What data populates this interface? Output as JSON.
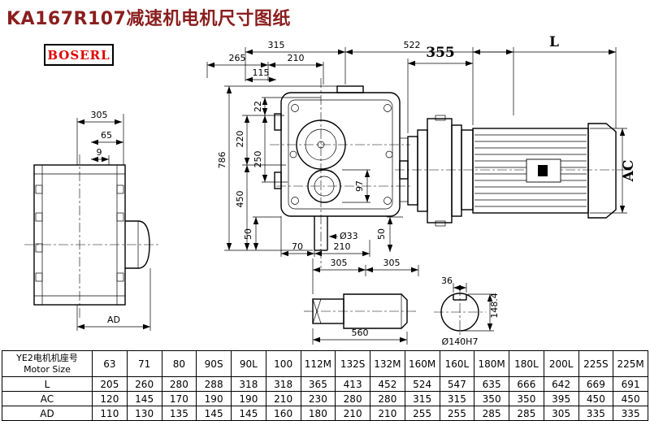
{
  "page": {
    "title": "KA167R107减速机电机尺寸图纸",
    "brand": "BOSERL"
  },
  "dims": {
    "left": {
      "w305": "305",
      "w65": "65",
      "w9": "9",
      "wAD": "AD"
    },
    "front": {
      "top315": "315",
      "top522": "522",
      "top265": "265",
      "top210": "210",
      "top115": "115",
      "v22": "22",
      "v220": "220",
      "v250": "250",
      "v450": "450",
      "v786": "786",
      "v97": "97",
      "b50l": "50",
      "b70": "70",
      "b210": "210",
      "b33": "Ø33",
      "b50r": "50",
      "b305a": "305",
      "b305b": "305"
    },
    "motor": {
      "d355": "355",
      "dL": "L",
      "dAC": "AC"
    },
    "shaft": {
      "len560": "560"
    },
    "end": {
      "k36": "36",
      "h148": "148.4",
      "bore": "Ø140H7"
    }
  },
  "table": {
    "row_label_cn": "YE2电机机座号",
    "row_label_en": "Motor Size",
    "sizes": [
      "63",
      "71",
      "80",
      "90S",
      "90L",
      "100",
      "112M",
      "132S",
      "132M",
      "160M",
      "160L",
      "180M",
      "180L",
      "200L",
      "225S",
      "225M"
    ],
    "rows": [
      {
        "label": "L",
        "values": [
          "205",
          "260",
          "280",
          "288",
          "318",
          "318",
          "365",
          "413",
          "452",
          "524",
          "547",
          "635",
          "666",
          "642",
          "669",
          "691"
        ]
      },
      {
        "label": "AC",
        "values": [
          "120",
          "145",
          "170",
          "190",
          "190",
          "210",
          "230",
          "280",
          "280",
          "315",
          "315",
          "350",
          "350",
          "395",
          "450",
          "450"
        ]
      },
      {
        "label": "AD",
        "values": [
          "110",
          "130",
          "135",
          "145",
          "145",
          "160",
          "180",
          "210",
          "210",
          "255",
          "255",
          "285",
          "285",
          "305",
          "335",
          "335"
        ]
      }
    ]
  }
}
